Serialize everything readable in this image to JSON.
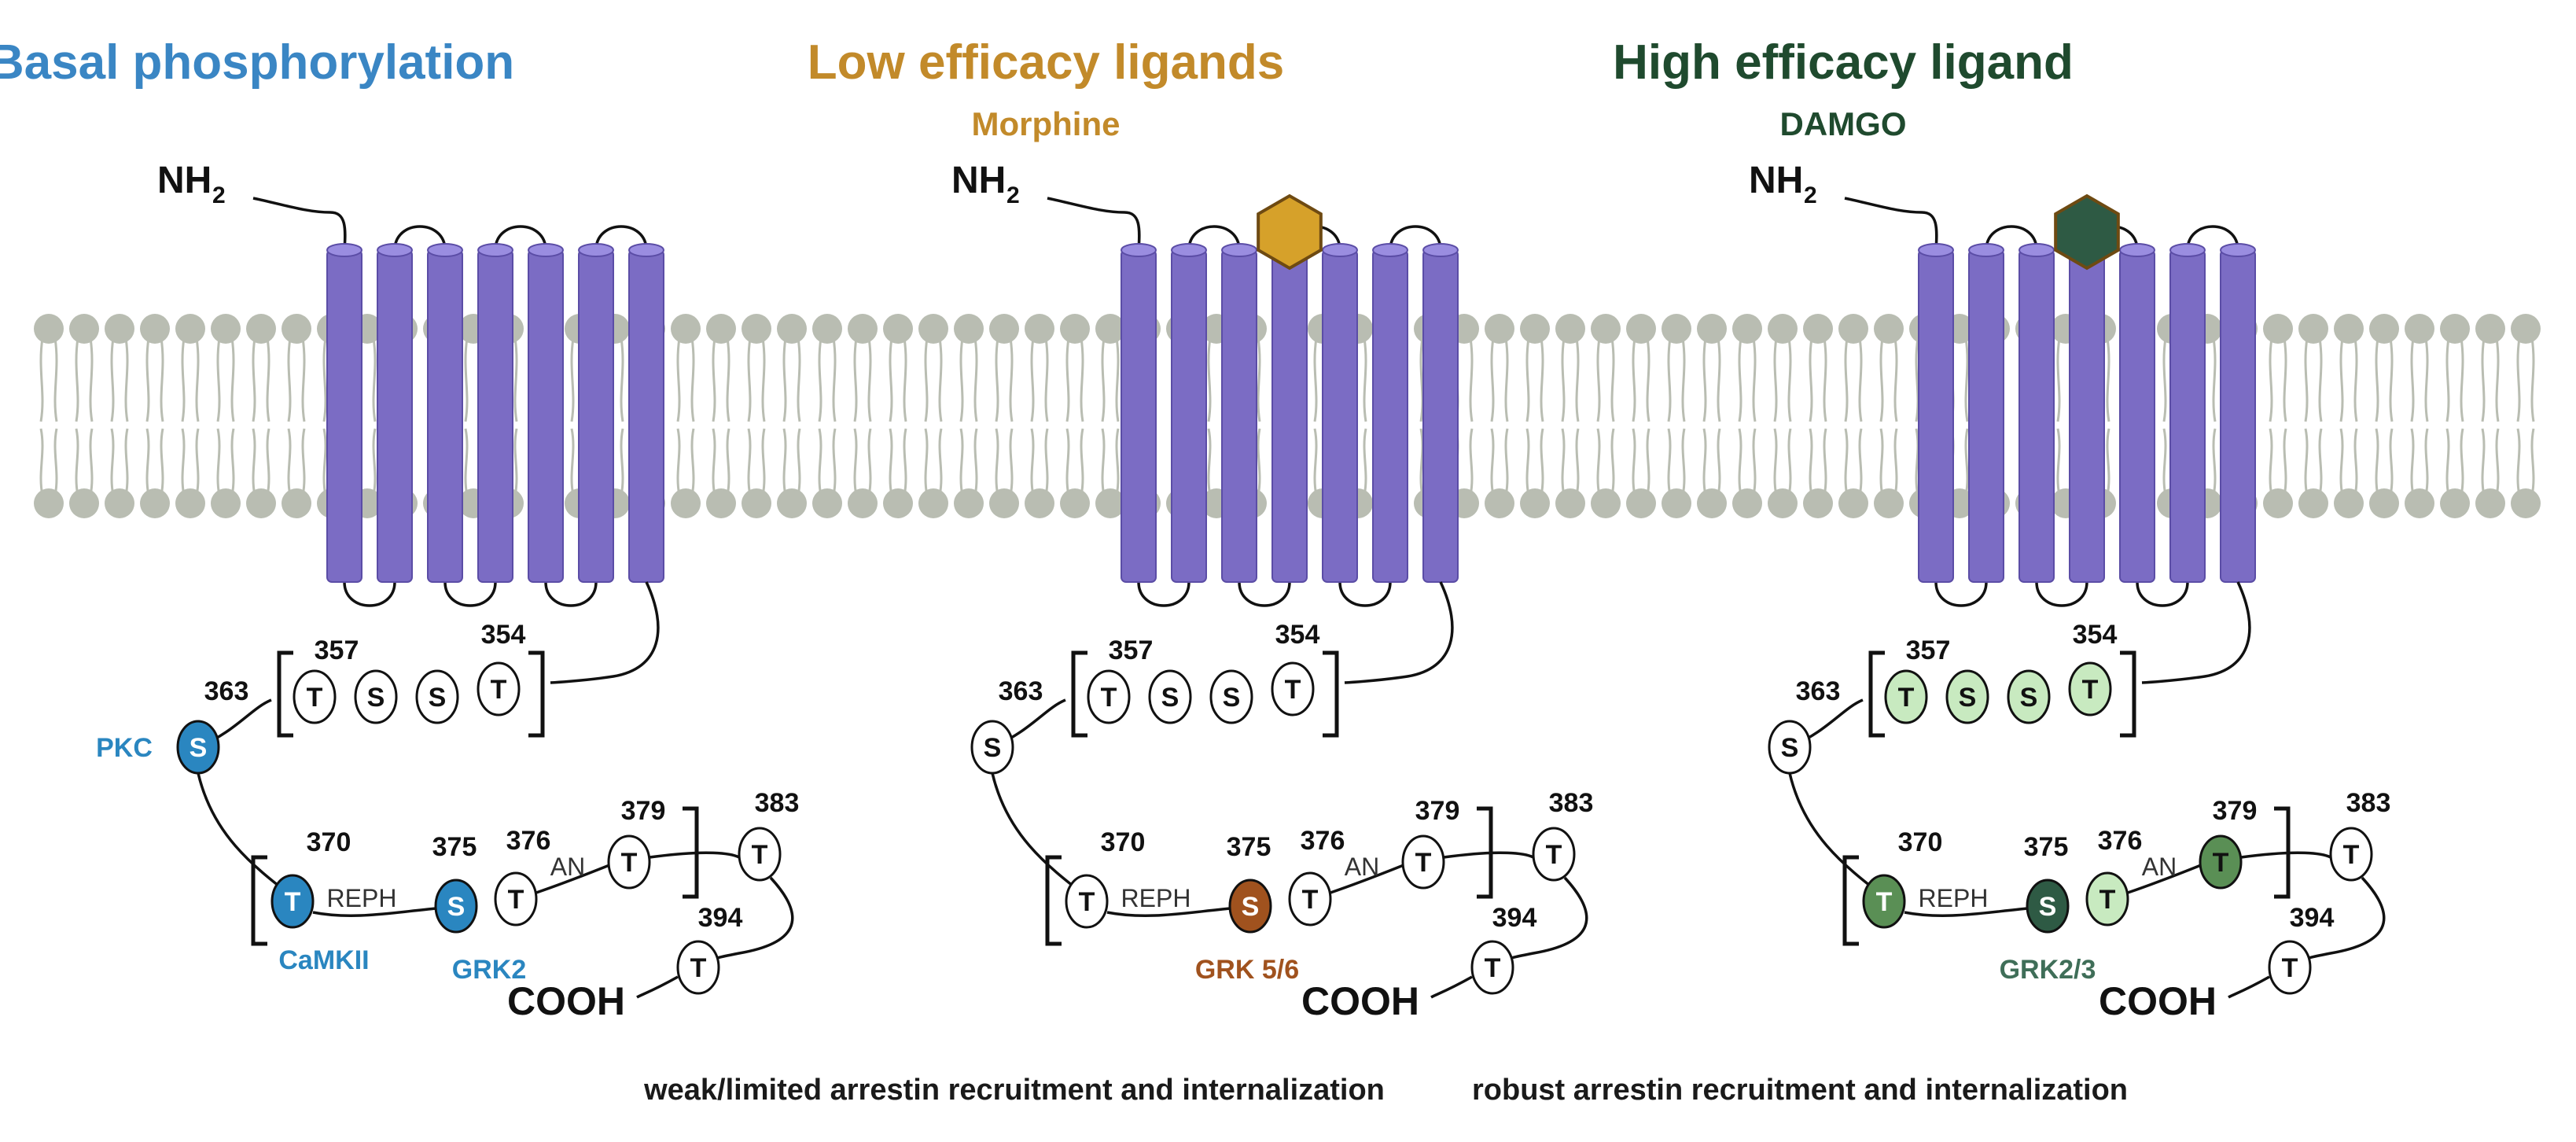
{
  "panels": [
    {
      "title": "Basal phosphorylation",
      "subtitle": "",
      "n_term": "NH",
      "n_term_sub": "2",
      "c_term": "COOH",
      "ligand": "",
      "caption": "",
      "site_numbers": [
        "357",
        "354",
        "363",
        "370",
        "375",
        "376",
        "379",
        "383",
        "394"
      ],
      "motifs": [
        "REPH",
        "AN"
      ],
      "residues": [
        "T",
        "S",
        "S",
        "T",
        "S",
        "T",
        "S",
        "T",
        "T",
        "T",
        "T"
      ],
      "kinases": [
        "PKC",
        "CaMKII",
        "GRK2"
      ]
    },
    {
      "title": "Low efficacy ligands",
      "subtitle": "Morphine",
      "n_term": "NH",
      "n_term_sub": "2",
      "c_term": "COOH",
      "ligand": "morphine-hexagon",
      "caption": "weak/limited arrestin recruitment and internalization",
      "site_numbers": [
        "357",
        "354",
        "363",
        "370",
        "375",
        "376",
        "379",
        "383",
        "394"
      ],
      "motifs": [
        "REPH",
        "AN"
      ],
      "residues": [
        "T",
        "S",
        "S",
        "T",
        "S",
        "T",
        "S",
        "T",
        "T",
        "T",
        "T"
      ],
      "kinases": [
        "GRK 5/6"
      ]
    },
    {
      "title": "High efficacy ligand",
      "subtitle": "DAMGO",
      "n_term": "NH",
      "n_term_sub": "2",
      "c_term": "COOH",
      "ligand": "damgo-hexagon",
      "caption": "robust arrestin recruitment and internalization",
      "site_numbers": [
        "357",
        "354",
        "363",
        "370",
        "375",
        "376",
        "379",
        "383",
        "394"
      ],
      "motifs": [
        "REPH",
        "AN"
      ],
      "residues": [
        "T",
        "S",
        "S",
        "T",
        "S",
        "T",
        "S",
        "T",
        "T",
        "T",
        "T"
      ],
      "kinases": [
        "GRK2/3"
      ]
    }
  ],
  "colors": {
    "basal_title": "#3a86c4",
    "low_title": "#c28a2a",
    "high_title": "#1f4a2e",
    "helix": "#7b6cc4",
    "membrane": "#b9bdb2",
    "basal_phospho": "#2a86c0",
    "grk56": "#a0521e",
    "grk23_dark": "#2e5a44",
    "grk23_mid": "#5a8f55",
    "grk23_light": "#c8eac0",
    "morphine": "#d6a12a",
    "damgo": "#2e5a44"
  }
}
